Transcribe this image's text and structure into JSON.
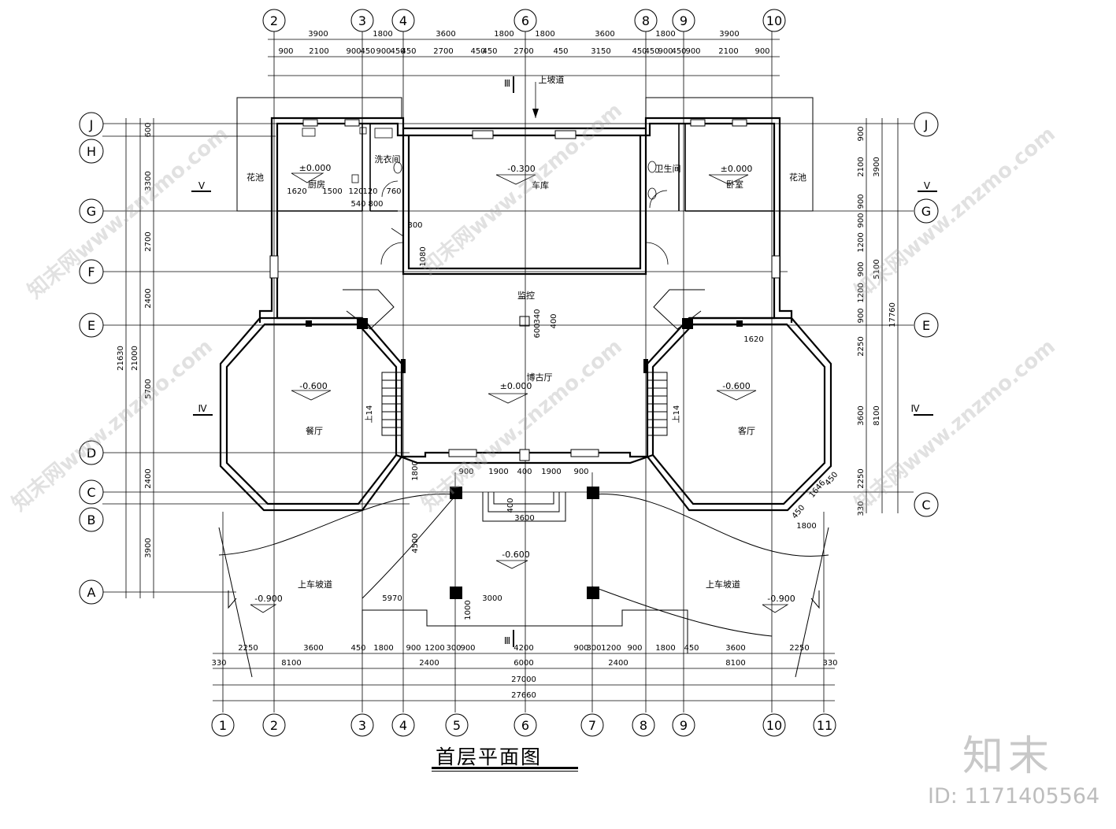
{
  "drawing": {
    "title": "首层平面图",
    "brand": "知末",
    "id_text": "ID: 1171405564",
    "watermark_text": "知末网www.znzmo.com"
  },
  "axes": {
    "top": [
      "2",
      "3",
      "4",
      "6",
      "8",
      "9",
      "10"
    ],
    "bottom": [
      "1",
      "2",
      "3",
      "4",
      "5",
      "6",
      "7",
      "8",
      "9",
      "10",
      "11"
    ],
    "left": [
      "J",
      "H",
      "G",
      "F",
      "E",
      "D",
      "C",
      "B",
      "A"
    ],
    "right": [
      "J",
      "G",
      "E",
      "C"
    ]
  },
  "rooms": {
    "garage": "车库",
    "garage_level": "-0.300",
    "kitchen": "厨房",
    "kitchen_level": "±0.000",
    "laundry": "洗衣间",
    "toilet": "卫生间",
    "bedroom": "卧室",
    "bedroom_level": "±0.000",
    "flower_left": "花池",
    "flower_right": "花池",
    "monitor": "监控",
    "hall": "博古厅",
    "hall_level": "±0.000",
    "dining": "餐厅",
    "dining_level": "-0.600",
    "living": "客厅",
    "living_level": "-0.600",
    "porch_level": "-0.600",
    "ramp_top": "上坡道",
    "ramp_left": "上车坡道",
    "ramp_right": "上车坡道",
    "ramp_left_level": "-0.900",
    "ramp_right_level": "-0.900"
  },
  "section_marks": {
    "iii": "Ⅲ",
    "iv": "Ⅳ",
    "v": "Ⅴ"
  },
  "dims": {
    "top_row1": [
      "3900",
      "1800",
      "3600",
      "1800",
      "1800",
      "3600",
      "1800",
      "3900"
    ],
    "top_row2": [
      "900",
      "2100",
      "900",
      "450",
      "900",
      "450",
      "450",
      "2700",
      "450",
      "450",
      "2700",
      "450",
      "3150",
      "450",
      "450",
      "900",
      "450",
      "900",
      "2100",
      "900"
    ],
    "bottom_row1": [
      "2250",
      "3600",
      "450",
      "1800",
      "900",
      "1200",
      "300",
      "900",
      "4200",
      "900",
      "300",
      "1200",
      "900",
      "1800",
      "450",
      "3600",
      "2250"
    ],
    "bottom_row2": [
      "330",
      "8100",
      "2400",
      "6000",
      "2400",
      "8100",
      "330"
    ],
    "bottom_total1": "27000",
    "bottom_total2": "27660",
    "left_row1": [
      "600",
      "3300",
      "2700",
      "2400",
      "5700",
      "2400",
      "3900"
    ],
    "left_total1": "21000",
    "left_total2": "21630",
    "right_row1": [
      "900",
      "2100",
      "900",
      "900",
      "1200",
      "900",
      "1200",
      "900",
      "2250",
      "3600",
      "2250",
      "330"
    ],
    "right_row2": [
      "3900",
      "5100",
      "8100"
    ],
    "right_total": "17760",
    "inner": {
      "kitchen_w1": "1620",
      "kitchen_w2": "1500",
      "k_120a": "120",
      "k_120b": "120",
      "k_760": "760",
      "k_540": "540",
      "k_800": "800",
      "d_300": "300",
      "d_1080": "1080",
      "mon_600": "600",
      "mon_400": "400",
      "mon_340": "340",
      "living_1620": "1620",
      "oct_1646": "1646",
      "oct_450a": "450",
      "oct_450b": "450",
      "oct_1800": "1800",
      "porch_900a": "900",
      "porch_1900a": "1900",
      "porch_400": "400",
      "porch_1900b": "1900",
      "porch_900b": "900",
      "porch_1800": "1800",
      "porch_4500": "4500",
      "porch_3600": "3600",
      "porch_5970": "5970",
      "porch_3000": "3000",
      "porch_1000": "1000",
      "step_400": "400",
      "stair_l": "上14",
      "stair_r": "上14"
    }
  }
}
